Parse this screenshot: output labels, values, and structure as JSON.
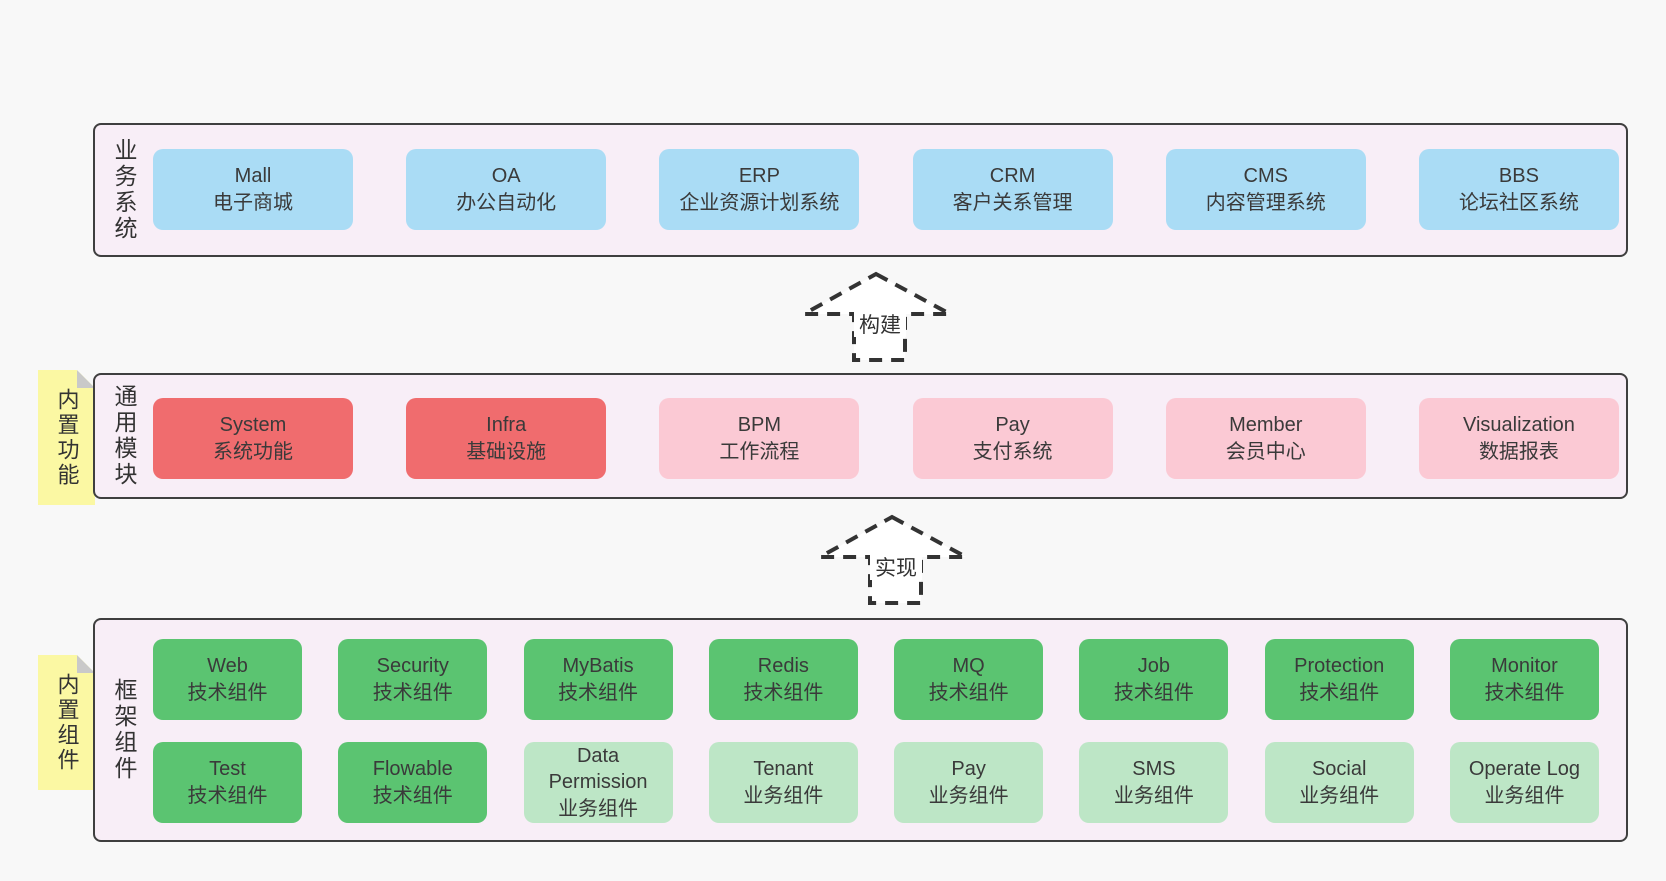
{
  "colors": {
    "page_bg": "#f8f8f8",
    "layer_bg": "#f8eef7",
    "layer_border": "#3f3f3f",
    "blue_box": "#aadcf5",
    "red_box": "#f06c6e",
    "pink_box": "#fbc9d4",
    "green_box": "#5bc471",
    "light_green_box": "#bde6c6",
    "sticky_bg": "#fbf8a3",
    "sticky_fold": "#c9c9c9",
    "text": "#3a3a3a",
    "arrow_stroke": "#333333",
    "arrow_fill": "#ffffff"
  },
  "arrows": [
    {
      "label": "构建"
    },
    {
      "label": "实现"
    }
  ],
  "layers": [
    {
      "label": "业务系统",
      "boxes": [
        {
          "title": "Mall",
          "subtitle": "电子商城",
          "variant": "blue"
        },
        {
          "title": "OA",
          "subtitle": "办公自动化",
          "variant": "blue"
        },
        {
          "title": "ERP",
          "subtitle": "企业资源计划系统",
          "variant": "blue"
        },
        {
          "title": "CRM",
          "subtitle": "客户关系管理",
          "variant": "blue"
        },
        {
          "title": "CMS",
          "subtitle": "内容管理系统",
          "variant": "blue"
        },
        {
          "title": "BBS",
          "subtitle": "论坛社区系统",
          "variant": "blue"
        }
      ]
    },
    {
      "label": "通用模块",
      "sticky": "内置功能",
      "boxes": [
        {
          "title": "System",
          "subtitle": "系统功能",
          "variant": "red"
        },
        {
          "title": "Infra",
          "subtitle": "基础设施",
          "variant": "red"
        },
        {
          "title": "BPM",
          "subtitle": "工作流程",
          "variant": "pink"
        },
        {
          "title": "Pay",
          "subtitle": "支付系统",
          "variant": "pink"
        },
        {
          "title": "Member",
          "subtitle": "会员中心",
          "variant": "pink"
        },
        {
          "title": "Visualization",
          "subtitle": "数据报表",
          "variant": "pink"
        }
      ]
    },
    {
      "label": "框架组件",
      "sticky": "内置组件",
      "rows": [
        [
          {
            "title": "Web",
            "subtitle": "技术组件",
            "variant": "green"
          },
          {
            "title": "Security",
            "subtitle": "技术组件",
            "variant": "green"
          },
          {
            "title": "MyBatis",
            "subtitle": "技术组件",
            "variant": "green"
          },
          {
            "title": "Redis",
            "subtitle": "技术组件",
            "variant": "green"
          },
          {
            "title": "MQ",
            "subtitle": "技术组件",
            "variant": "green"
          },
          {
            "title": "Job",
            "subtitle": "技术组件",
            "variant": "green"
          },
          {
            "title": "Protection",
            "subtitle": "技术组件",
            "variant": "green"
          },
          {
            "title": "Monitor",
            "subtitle": "技术组件",
            "variant": "green"
          }
        ],
        [
          {
            "title": "Test",
            "subtitle": "技术组件",
            "variant": "green"
          },
          {
            "title": "Flowable",
            "subtitle": "技术组件",
            "variant": "green"
          },
          {
            "title": "Data Permission",
            "subtitle": "业务组件",
            "variant": "lightgreen"
          },
          {
            "title": "Tenant",
            "subtitle": "业务组件",
            "variant": "lightgreen"
          },
          {
            "title": "Pay",
            "subtitle": "业务组件",
            "variant": "lightgreen"
          },
          {
            "title": "SMS",
            "subtitle": "业务组件",
            "variant": "lightgreen"
          },
          {
            "title": "Social",
            "subtitle": "业务组件",
            "variant": "lightgreen"
          },
          {
            "title": "Operate Log",
            "subtitle": "业务组件",
            "variant": "lightgreen"
          }
        ]
      ]
    }
  ]
}
